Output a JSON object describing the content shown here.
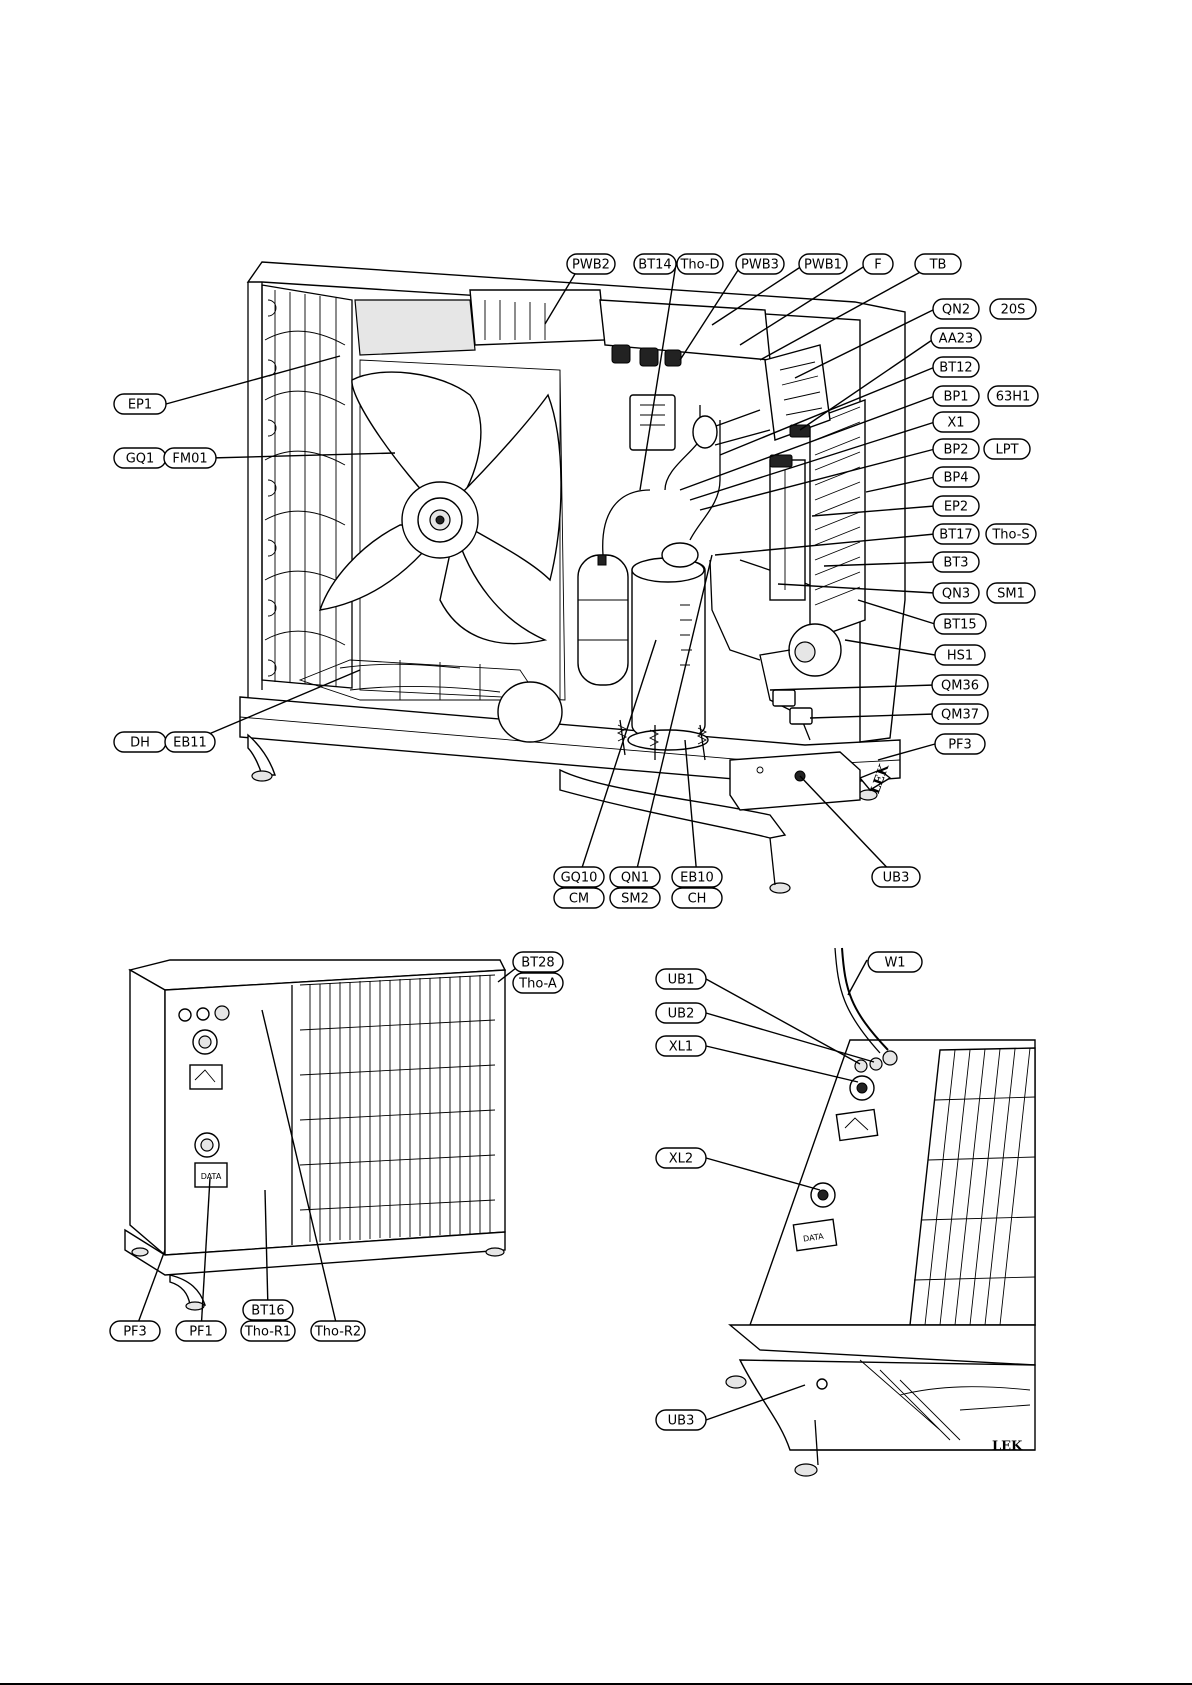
{
  "figure": {
    "main_labels": [
      "PWB2",
      "BT14",
      "Tho-D",
      "PWB3",
      "PWB1",
      "F",
      "TB",
      "QN2",
      "20S",
      "AA23",
      "BT12",
      "BP1",
      "63H1",
      "X1",
      "BP2",
      "LPT",
      "BP4",
      "EP2",
      "BT17",
      "Tho-S",
      "BT3",
      "QN3",
      "SM1",
      "BT15",
      "HS1",
      "QM36",
      "QM37",
      "PF3",
      "EP1",
      "GQ1",
      "FM01",
      "DH",
      "EB11",
      "GQ10",
      "CM",
      "QN1",
      "SM2",
      "EB10",
      "CH",
      "UB3"
    ],
    "rear_labels": [
      "BT28",
      "Tho-A",
      "PF3",
      "PF1",
      "BT16",
      "Tho-R1",
      "Tho-R2"
    ],
    "connection_labels": [
      "W1",
      "UB1",
      "UB2",
      "XL1",
      "XL2",
      "UB3"
    ],
    "plate_text": "DATA",
    "brand_mark": "LEK"
  }
}
